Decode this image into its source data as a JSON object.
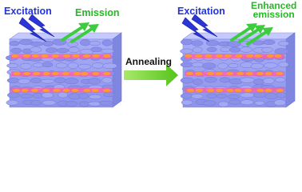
{
  "labels": {
    "left_excitation": "Excitation",
    "left_emission": "Emission",
    "process": "Annealing",
    "right_excitation": "Excitation",
    "right_emission_line1": "Enhanced",
    "right_emission_line2": "emission"
  },
  "colors": {
    "excitation": "#2233e0",
    "emission": "#22bb22",
    "process_arrow": "#7ed321",
    "block_body": "#9aa0f0",
    "block_top": "#c4c9ff",
    "block_side": "#7f86e0",
    "emissive_layer": "#ff5fa8",
    "emissive_core": "#ff9a2e",
    "lightning": "#2b35d8"
  },
  "icons": {
    "excitation": "lightning-bolt-icon",
    "emission": "emission-arrow-icon"
  },
  "structure": {
    "left_emissive_layers": 3,
    "right_emissive_layers": 3,
    "left_emission_arrows": 2,
    "right_emission_arrows": 3
  }
}
